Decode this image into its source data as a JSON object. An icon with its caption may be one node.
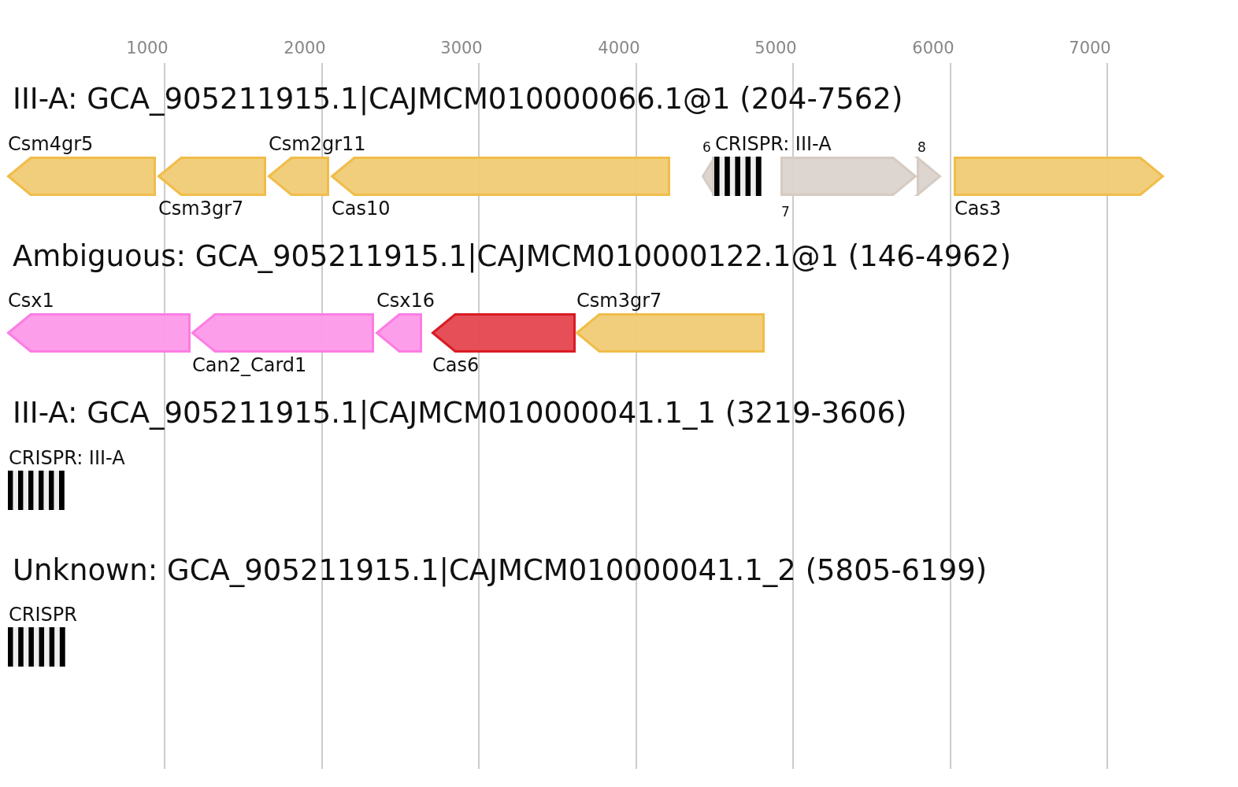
{
  "diagram": {
    "nodes": [
      {
        "text": [
          "Csm4gr5"
        ]
      },
      {
        "text": [
          "Csm3gr7"
        ]
      },
      {
        "text": [
          "Csm2gr11"
        ]
      },
      {
        "text": [
          "Cas10"
        ]
      },
      {
        "text": [
          "6"
        ]
      },
      {
        "text": [
          "CRISPR: III-A"
        ]
      },
      {
        "text": [
          "7"
        ]
      },
      {
        "text": [
          "8"
        ]
      },
      {
        "text": [
          "Cas3"
        ]
      },
      {
        "text": [
          "Csx1"
        ]
      },
      {
        "text": [
          "Can2_Card1"
        ]
      },
      {
        "text": [
          "Csx16"
        ]
      },
      {
        "text": [
          "Cas6"
        ]
      },
      {
        "text": [
          "Csm3gr7"
        ]
      },
      {
        "text": [
          "CRISPR: III-A"
        ]
      },
      {
        "text": [
          "CRISPR"
        ]
      }
    ],
    "labels": [
      "1000",
      "2000",
      "3000",
      "4000",
      "5000",
      "6000",
      "7000",
      "III-A: GCA_905211915.1|CAJMCM010000066.1@1 (204-7562)",
      "Ambiguous: GCA_905211915.1|CAJMCM010000122.1@1 (146-4962)",
      "III-A: GCA_905211915.1|CAJMCM010000041.1_1 (3219-3606)",
      "Unknown: GCA_905211915.1|CAJMCM010000041.1_2 (5805-6199)"
    ]
  }
}
